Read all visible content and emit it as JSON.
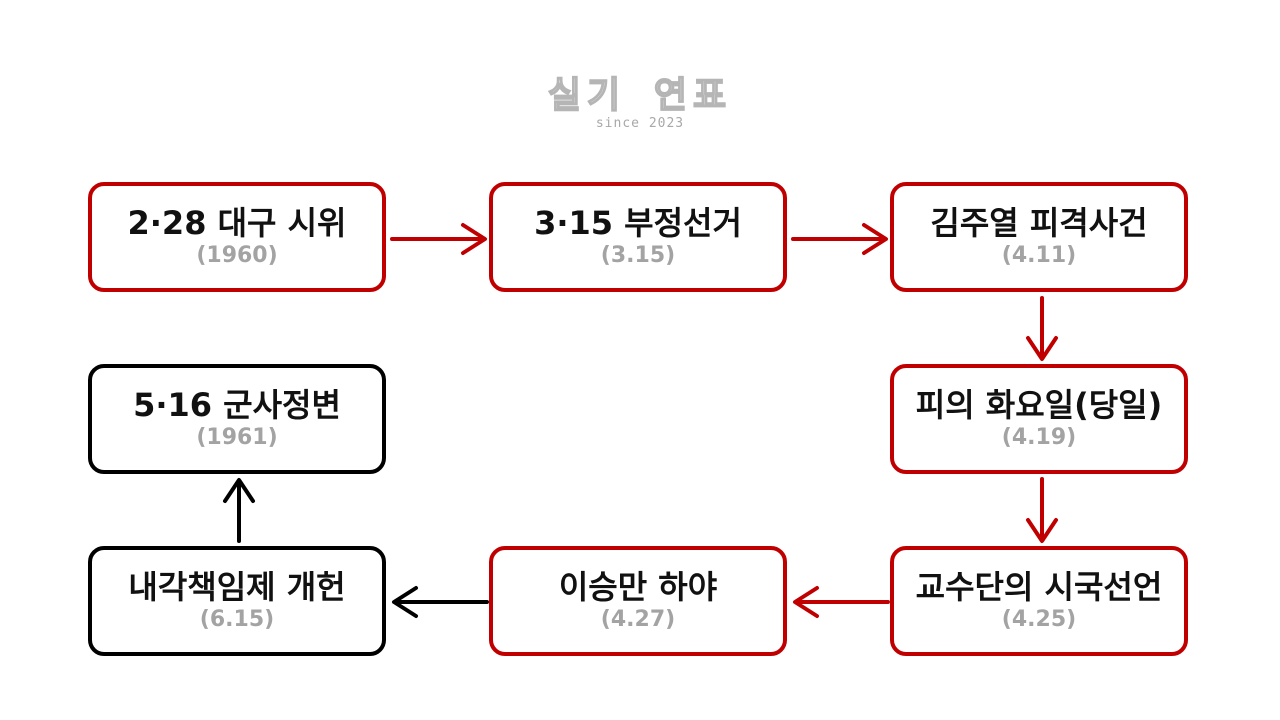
{
  "header": {
    "title": "실기 연표",
    "subtitle": "since 2023"
  },
  "events": [
    {
      "title": "2·28 대구 시위",
      "date": "(1960)"
    },
    {
      "title": "3·15 부정선거",
      "date": "(3.15)"
    },
    {
      "title": "김주열 피격사건",
      "date": "(4.11)"
    },
    {
      "title": "피의 화요일(당일)",
      "date": "(4.19)"
    },
    {
      "title": "교수단의 시국선언",
      "date": "(4.25)"
    },
    {
      "title": "이승만 하야",
      "date": "(4.27)"
    },
    {
      "title": "내각책임제 개헌",
      "date": "(6.15)"
    },
    {
      "title": "5·16 군사정변",
      "date": "(1961)"
    }
  ],
  "colors": {
    "red": "#c00000",
    "black": "#000000",
    "date_gray": "#a3a3a3"
  }
}
